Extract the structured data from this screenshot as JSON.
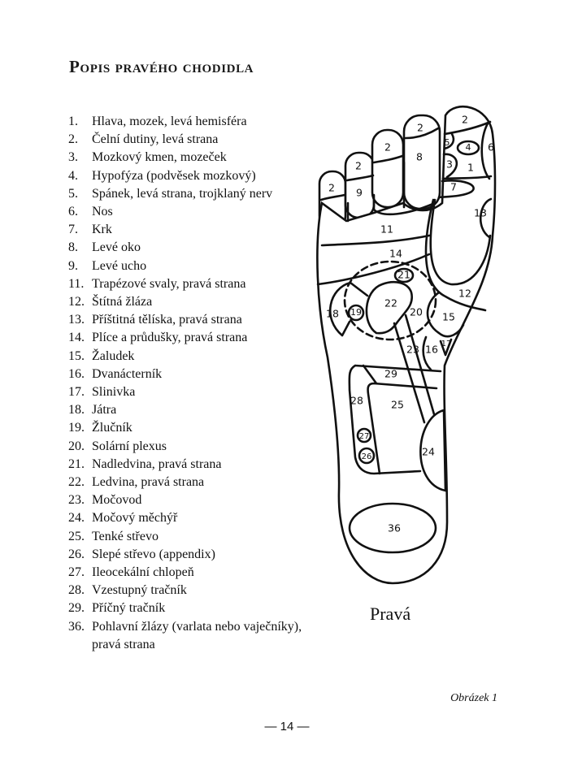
{
  "title": "Popis pravého chodidla",
  "items": [
    {
      "num": "1.",
      "text": "Hlava, mozek, levá hemisféra"
    },
    {
      "num": "2.",
      "text": "Čelní dutiny, levá strana"
    },
    {
      "num": "3.",
      "text": "Mozkový kmen, mozeček"
    },
    {
      "num": "4.",
      "text": "Hypofýza (podvěsek mozkový)"
    },
    {
      "num": "5.",
      "text": "Spánek, levá strana, trojklaný nerv"
    },
    {
      "num": "6.",
      "text": "Nos"
    },
    {
      "num": "7.",
      "text": "Krk"
    },
    {
      "num": "8.",
      "text": "Levé oko"
    },
    {
      "num": "9.",
      "text": "Levé ucho"
    },
    {
      "num": "11.",
      "text": "Trapézové svaly, pravá strana"
    },
    {
      "num": "12.",
      "text": "Štítná žláza"
    },
    {
      "num": "13.",
      "text": "Příštitná tělíska, pravá strana"
    },
    {
      "num": "14.",
      "text": "Plíce a průdušky, pravá strana"
    },
    {
      "num": "15.",
      "text": "Žaludek"
    },
    {
      "num": "16.",
      "text": "Dvanácterník"
    },
    {
      "num": "17.",
      "text": "Slinivka"
    },
    {
      "num": "18.",
      "text": "Játra"
    },
    {
      "num": "19.",
      "text": "Žlučník"
    },
    {
      "num": "20.",
      "text": "Solární plexus"
    },
    {
      "num": "21.",
      "text": "Nadledvina, pravá strana"
    },
    {
      "num": "22.",
      "text": "Ledvina, pravá strana"
    },
    {
      "num": "23.",
      "text": "Močovod"
    },
    {
      "num": "24.",
      "text": "Močový měchýř"
    },
    {
      "num": "25.",
      "text": "Tenké střevo"
    },
    {
      "num": "26.",
      "text": "Slepé střevo (appendix)"
    },
    {
      "num": "27.",
      "text": "Ileocekální chlopeň"
    },
    {
      "num": "28.",
      "text": "Vzestupný tračník"
    },
    {
      "num": "29.",
      "text": "Příčný tračník"
    },
    {
      "num": "36.",
      "text": "Pohlavní žlázy (varlata nebo vaječníky), pravá strana"
    }
  ],
  "diagram": {
    "labels": [
      "2",
      "2",
      "2",
      "2",
      "2",
      "9",
      "8",
      "5",
      "4",
      "6",
      "3",
      "1",
      "7",
      "13",
      "11",
      "14",
      "21",
      "22",
      "20",
      "18",
      "19",
      "12",
      "15",
      "16",
      "17",
      "23",
      "29",
      "28",
      "25",
      "27",
      "26",
      "24",
      "36"
    ]
  },
  "caption": "Pravá",
  "figure_label": "Obrázek 1",
  "page_number": "14"
}
